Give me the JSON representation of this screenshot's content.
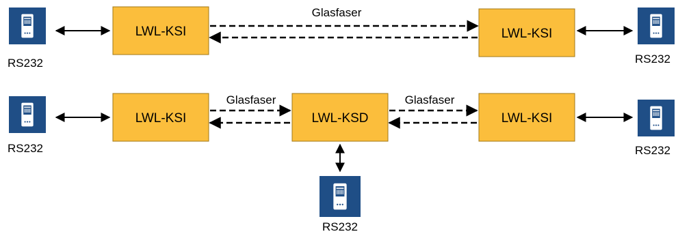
{
  "boxes": {
    "row1_left": "LWL-KSI",
    "row1_right": "LWL-KSI",
    "row2_left": "LWL-KSI",
    "row2_center": "LWL-KSD",
    "row2_right": "LWL-KSI"
  },
  "links": {
    "row1": "Glasfaser",
    "row2_left": "Glasfaser",
    "row2_right": "Glasfaser"
  },
  "devices": {
    "row1_left": "RS232",
    "row1_right": "RS232",
    "row2_left": "RS232",
    "row2_right": "RS232",
    "bottom": "RS232"
  },
  "colors": {
    "box_fill": "#fbbe3c",
    "device_tile": "#1f4e86"
  },
  "icon": "device-icon"
}
